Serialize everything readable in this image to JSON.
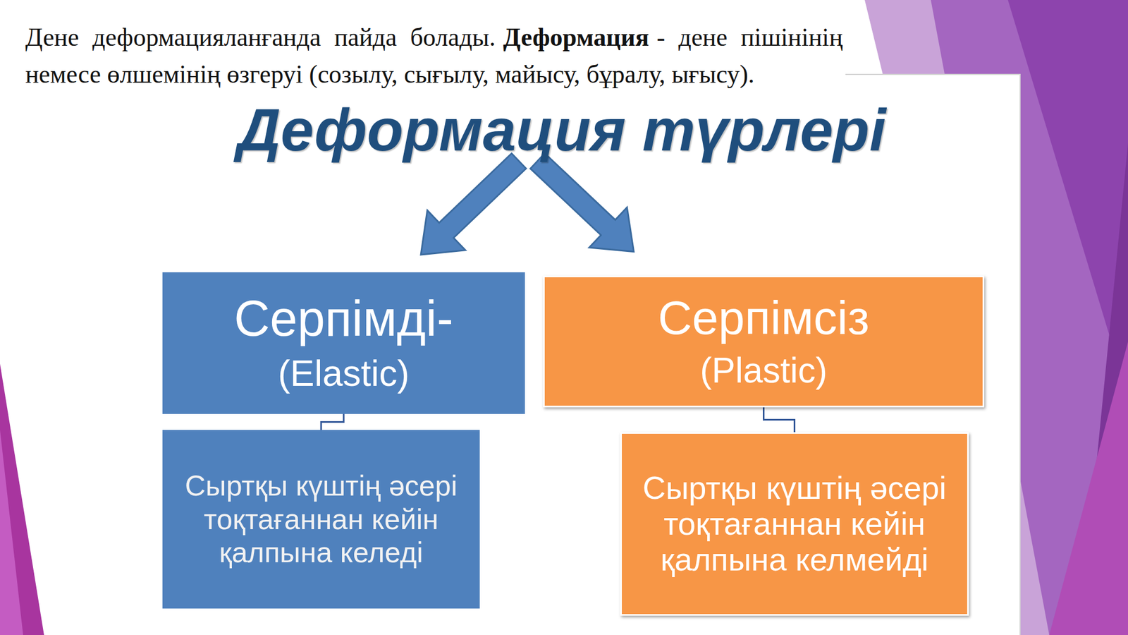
{
  "diagram": {
    "title": "Деформация түрлері",
    "nodes": [
      {
        "text": [
          "Серпімді-",
          "(Elastic)"
        ]
      },
      {
        "text": [
          "Серпімсіз",
          "(Plastic)"
        ]
      },
      {
        "text": [
          "Сыртқы күштің әсері тоқтағаннан кейін қалпына келеді"
        ]
      },
      {
        "text": [
          "Сыртқы күштің әсері тоқтағаннан кейін қалпына келмейді"
        ]
      }
    ],
    "edges": [
      {
        "from": 0,
        "to": 2,
        "arrow": "none"
      },
      {
        "from": 1,
        "to": 3,
        "arrow": "none"
      }
    ],
    "labels": [
      "Дене деформацияланғанда пайда болады.",
      "Деформация",
      "- дене пішінінің немесе өлшемінің өзгеруі (созылу, сығылу, майысу, бұралу, ығысу)."
    ]
  }
}
